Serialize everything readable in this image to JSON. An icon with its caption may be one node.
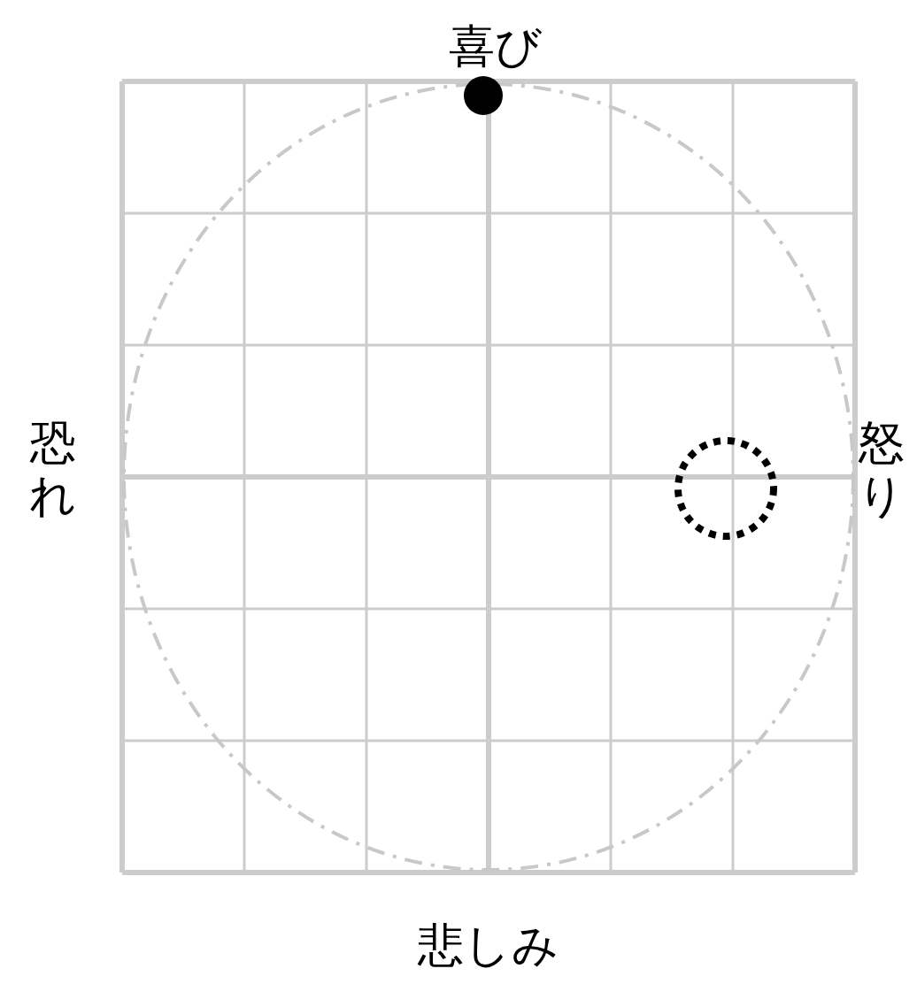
{
  "diagram": {
    "labels": [
      "喜び",
      "恐れ",
      "怒り",
      "悲しみ"
    ]
  }
}
